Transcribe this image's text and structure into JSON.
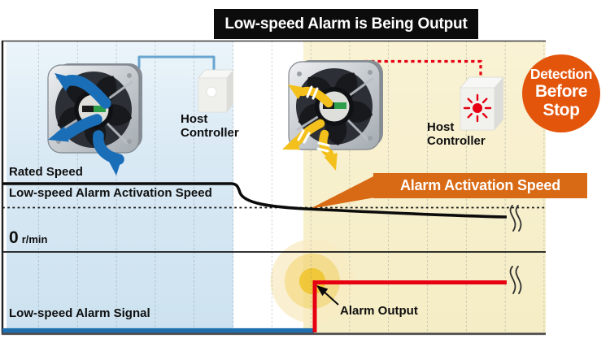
{
  "title": "Low-speed Alarm is Being Output",
  "badge": {
    "lines": [
      "Detection",
      "Before",
      "Stop"
    ]
  },
  "diagram": {
    "normal_controller_label": "Host\nController",
    "alarm_controller_label": "Host\nController"
  },
  "chart": {
    "rated_speed_label": "Rated Speed",
    "activation_speed_label": "Low-speed Alarm Activation Speed",
    "zero_value": "0",
    "zero_unit": "r/min",
    "signal_label": "Low-speed Alarm Signal",
    "alarm_output_label": "Alarm Output",
    "callout_label": "Alarm Activation Speed"
  },
  "colors": {
    "badge_orange": "#e4550c",
    "banner_orange": "#d96a15",
    "alarm_red": "#e60012",
    "signal_blue": "#1f6fae",
    "wire_blue": "#6aa5cf",
    "arrow_blue": "#1a6eb8",
    "arrow_yellow": "#f3c01c",
    "panel_blue": "#d9e9f4",
    "panel_yellow": "#f9f2d4"
  }
}
